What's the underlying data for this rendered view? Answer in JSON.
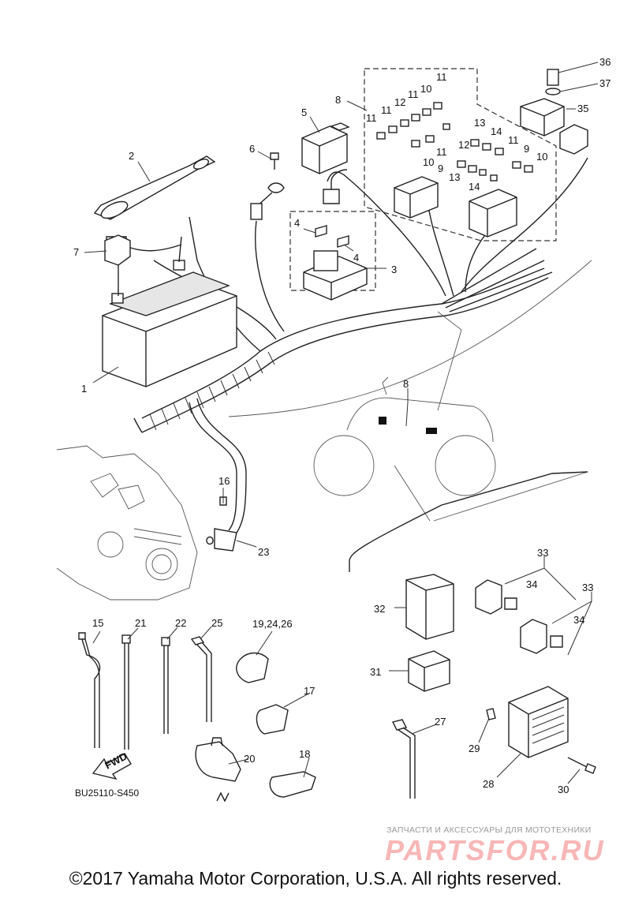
{
  "diagram": {
    "drawing_code": "BU25110-S450",
    "fwd_label": "FWD",
    "callouts": [
      {
        "id": "c1",
        "text": "1"
      },
      {
        "id": "c2",
        "text": "2"
      },
      {
        "id": "c3",
        "text": "3"
      },
      {
        "id": "c4a",
        "text": "4"
      },
      {
        "id": "c4b",
        "text": "4"
      },
      {
        "id": "c5",
        "text": "5"
      },
      {
        "id": "c6",
        "text": "6"
      },
      {
        "id": "c7",
        "text": "7"
      },
      {
        "id": "c8a",
        "text": "8"
      },
      {
        "id": "c8b",
        "text": "8"
      },
      {
        "id": "c9a",
        "text": "9"
      },
      {
        "id": "c9b",
        "text": "9"
      },
      {
        "id": "c10a",
        "text": "10"
      },
      {
        "id": "c10b",
        "text": "10"
      },
      {
        "id": "c10c",
        "text": "10"
      },
      {
        "id": "c11a",
        "text": "11"
      },
      {
        "id": "c11b",
        "text": "11"
      },
      {
        "id": "c11c",
        "text": "11"
      },
      {
        "id": "c11d",
        "text": "11"
      },
      {
        "id": "c11e",
        "text": "11"
      },
      {
        "id": "c11f",
        "text": "11"
      },
      {
        "id": "c12a",
        "text": "12"
      },
      {
        "id": "c12b",
        "text": "12"
      },
      {
        "id": "c13a",
        "text": "13"
      },
      {
        "id": "c13b",
        "text": "13"
      },
      {
        "id": "c14a",
        "text": "14"
      },
      {
        "id": "c14b",
        "text": "14"
      },
      {
        "id": "c15",
        "text": "15"
      },
      {
        "id": "c16",
        "text": "16"
      },
      {
        "id": "c17",
        "text": "17"
      },
      {
        "id": "c18",
        "text": "18"
      },
      {
        "id": "c192426",
        "text": "19,24,26"
      },
      {
        "id": "c20",
        "text": "20"
      },
      {
        "id": "c21",
        "text": "21"
      },
      {
        "id": "c22",
        "text": "22"
      },
      {
        "id": "c23",
        "text": "23"
      },
      {
        "id": "c25",
        "text": "25"
      },
      {
        "id": "c27",
        "text": "27"
      },
      {
        "id": "c28",
        "text": "28"
      },
      {
        "id": "c29",
        "text": "29"
      },
      {
        "id": "c30",
        "text": "30"
      },
      {
        "id": "c31",
        "text": "31"
      },
      {
        "id": "c32",
        "text": "32"
      },
      {
        "id": "c33a",
        "text": "33"
      },
      {
        "id": "c33b",
        "text": "33"
      },
      {
        "id": "c34a",
        "text": "34"
      },
      {
        "id": "c34b",
        "text": "34"
      },
      {
        "id": "c35",
        "text": "35"
      },
      {
        "id": "c36",
        "text": "36"
      },
      {
        "id": "c37",
        "text": "37"
      }
    ]
  },
  "watermark": {
    "tagline": "ЗАПЧАСТИ И АКСЕССУАРЫ ДЛЯ МОТОТЕХНИКИ",
    "logo": "PARTSFOR.RU"
  },
  "footer": {
    "copyright": "©2017 Yamaha Motor Corporation, U.S.A. All rights reserved."
  },
  "colors": {
    "line": "#222222",
    "watermark_logo": "#f7b7b7",
    "watermark_text": "#9a9a9a"
  }
}
